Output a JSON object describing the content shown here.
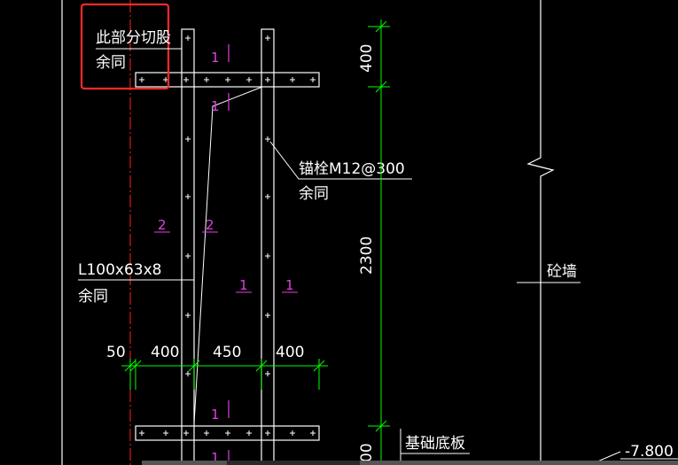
{
  "drawing": {
    "colors": {
      "background": "#000000",
      "lines": "#ffffff",
      "dimension": "#00ff00",
      "centerline": "#ff2020",
      "section_mark": "#e040e0",
      "highlight_box": "#ff2a2a"
    },
    "note_top_left": {
      "line1": "此部分切股",
      "line2": "余同"
    },
    "anchor_note": {
      "line1": "锚栓M12@300",
      "line2": "余同"
    },
    "angle_note": {
      "line1": "L100x63x8",
      "line2": "余同"
    },
    "wall_label": "砼墙",
    "base_plate_label": "基础底板",
    "elevation_label": "-7.800",
    "vertical_dims": [
      "400",
      "2300",
      "00"
    ],
    "horizontal_dims": [
      "50",
      "400",
      "450",
      "400"
    ],
    "section_marks": [
      "1",
      "1",
      "2",
      "2",
      "1",
      "1",
      "1",
      "1"
    ]
  }
}
